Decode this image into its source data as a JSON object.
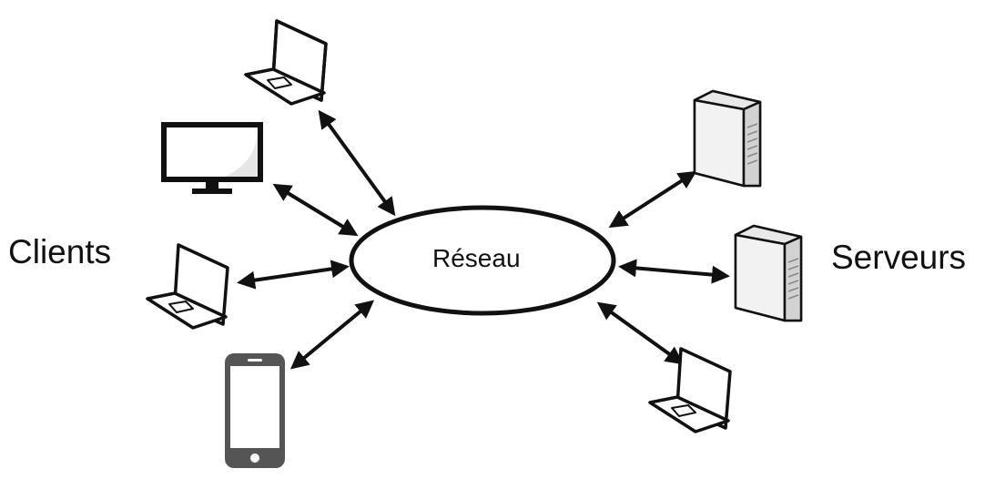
{
  "labels": {
    "clients": "Clients",
    "servers": "Serveurs",
    "network": "Réseau"
  },
  "icons": {
    "laptop": "laptop-icon",
    "monitor": "monitor-icon",
    "smartphone": "smartphone-icon",
    "server": "server-tower-icon"
  },
  "colors": {
    "stroke": "#111111",
    "server_body": "#d2d2d2",
    "server_side": "#7a7a7a",
    "phone": "#555555",
    "screen_shade": "#e6e6e6"
  }
}
